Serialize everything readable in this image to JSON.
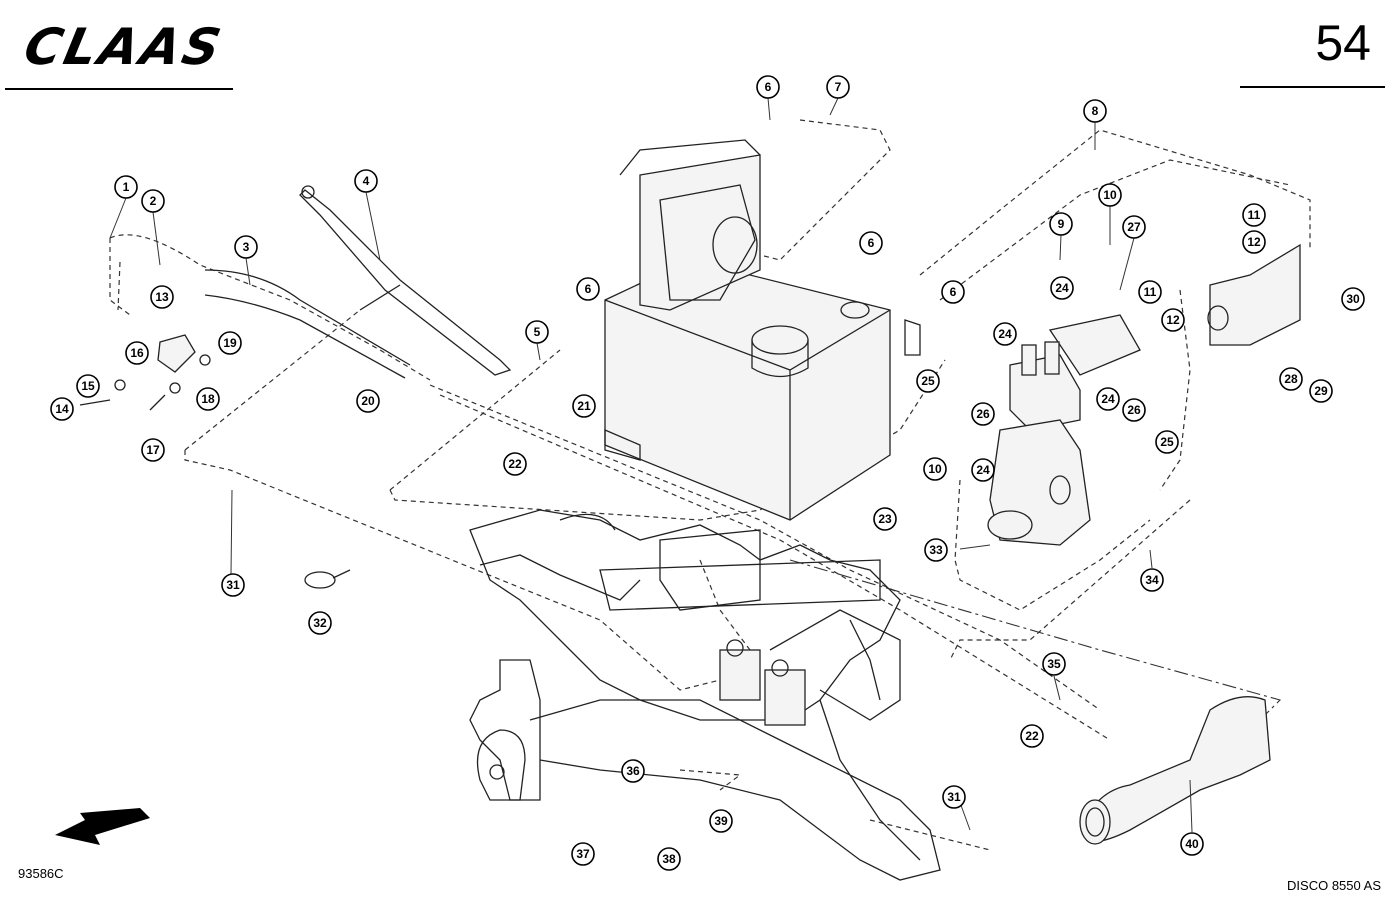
{
  "header": {
    "brand": "CLAAS",
    "page_number": "54"
  },
  "footer": {
    "drawing_code": "93586C",
    "model": "DISCO 8550 AS"
  },
  "callouts": [
    {
      "label": "1"
    },
    {
      "label": "2"
    },
    {
      "label": "3"
    },
    {
      "label": "4"
    },
    {
      "label": "5"
    },
    {
      "label": "6"
    },
    {
      "label": "6"
    },
    {
      "label": "6"
    },
    {
      "label": "6"
    },
    {
      "label": "7"
    },
    {
      "label": "8"
    },
    {
      "label": "9"
    },
    {
      "label": "10"
    },
    {
      "label": "10"
    },
    {
      "label": "11"
    },
    {
      "label": "11"
    },
    {
      "label": "12"
    },
    {
      "label": "12"
    },
    {
      "label": "13"
    },
    {
      "label": "14"
    },
    {
      "label": "15"
    },
    {
      "label": "16"
    },
    {
      "label": "17"
    },
    {
      "label": "18"
    },
    {
      "label": "19"
    },
    {
      "label": "20"
    },
    {
      "label": "21"
    },
    {
      "label": "22"
    },
    {
      "label": "22"
    },
    {
      "label": "23"
    },
    {
      "label": "24"
    },
    {
      "label": "24"
    },
    {
      "label": "24"
    },
    {
      "label": "24"
    },
    {
      "label": "25"
    },
    {
      "label": "25"
    },
    {
      "label": "26"
    },
    {
      "label": "26"
    },
    {
      "label": "27"
    },
    {
      "label": "28"
    },
    {
      "label": "29"
    },
    {
      "label": "30"
    },
    {
      "label": "31"
    },
    {
      "label": "31"
    },
    {
      "label": "32"
    },
    {
      "label": "33"
    },
    {
      "label": "34"
    },
    {
      "label": "35"
    },
    {
      "label": "36"
    },
    {
      "label": "37"
    },
    {
      "label": "38"
    },
    {
      "label": "39"
    },
    {
      "label": "40"
    }
  ]
}
